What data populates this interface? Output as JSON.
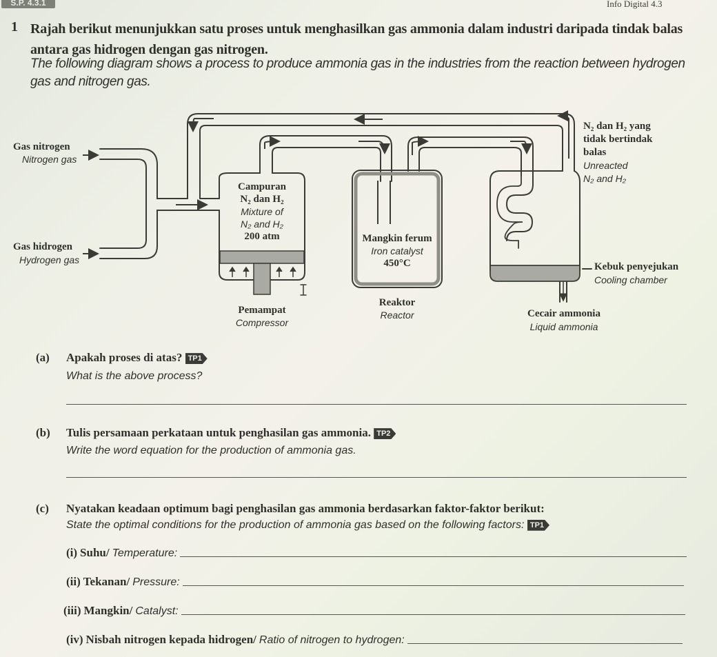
{
  "header": {
    "sp_badge": "S.P. 4.3.1",
    "info_digital": "Info Digital 4.3"
  },
  "question": {
    "number": "1",
    "text_ms": "Rajah berikut menunjukkan satu proses untuk menghasilkan gas ammonia dalam industri daripada tindak balas antara gas hidrogen dengan gas nitrogen.",
    "text_en": "The following diagram shows a process to produce ammonia gas in the industries from the reaction between hydrogen gas and nitrogen gas."
  },
  "diagram": {
    "nitrogen_ms": "Gas nitrogen",
    "nitrogen_en": "Nitrogen gas",
    "hydrogen_ms": "Gas hidrogen",
    "hydrogen_en": "Hydrogen gas",
    "mixture": [
      "Campuran",
      "N₂ dan H₂",
      "Mixture of",
      "N₂ and H₂",
      "200 atm"
    ],
    "compressor_ms": "Pemampat",
    "compressor_en": "Compressor",
    "catalyst": [
      "Mangkin ferum",
      "Iron catalyst",
      "450°C"
    ],
    "reactor_ms": "Reaktor",
    "reactor_en": "Reactor",
    "unreacted": [
      "N₂ dan H₂ yang",
      "tidak bertindak",
      "balas",
      "Unreacted",
      "N₂ and H₂"
    ],
    "cooling_ms": "Kebuk penyejukan",
    "cooling_en": "Cooling chamber",
    "liquid_ms": "Cecair ammonia",
    "liquid_en": "Liquid ammonia"
  },
  "parts": {
    "a": {
      "label": "(a)",
      "text_ms": "Apakah proses di atas?",
      "text_en": "What is the above process?",
      "tp": "TP1",
      "answer": ""
    },
    "b": {
      "label": "(b)",
      "text_ms": "Tulis persamaan perkataan untuk penghasilan gas ammonia.",
      "text_en": "Write the word equation for the production of ammonia gas.",
      "tp": "TP2",
      "answer": ""
    },
    "c": {
      "label": "(c)",
      "text_ms": "Nyatakan keadaan optimum bagi penghasilan gas ammonia berdasarkan faktor-faktor berikut:",
      "text_en": "State the optimal conditions for the production of ammonia gas based on the following factors:",
      "tp": "TP1",
      "items": [
        {
          "num": "(i)",
          "ms": "Suhu/",
          "en": "Temperature:",
          "answer": ""
        },
        {
          "num": "(ii)",
          "ms": "Tekanan/",
          "en": "Pressure:",
          "answer": ""
        },
        {
          "num": "(iii)",
          "ms": "Mangkin/",
          "en": "Catalyst:",
          "answer": ""
        },
        {
          "num": "(iv)",
          "ms": "Nisbah nitrogen kepada hidrogen/",
          "en": "Ratio of nitrogen to hydrogen:",
          "answer": ""
        }
      ]
    }
  }
}
